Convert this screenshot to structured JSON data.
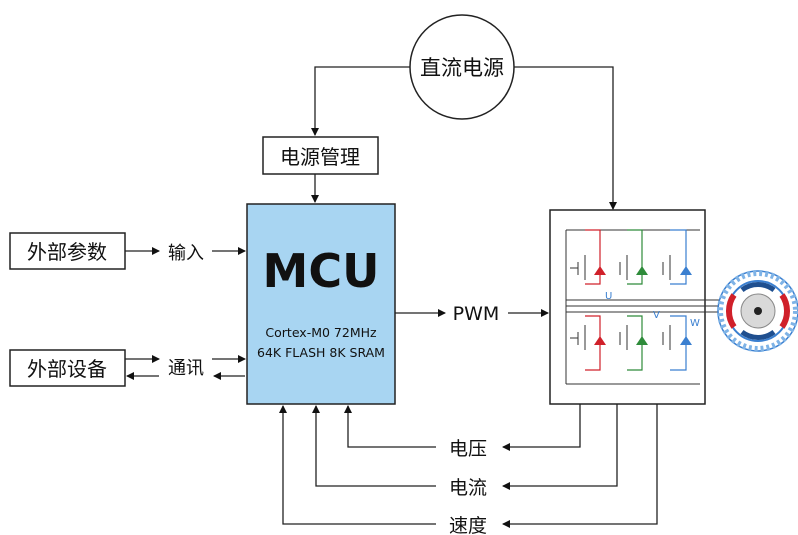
{
  "power_source": {
    "label": "直流电源"
  },
  "power_mgmt": {
    "label": "电源管理"
  },
  "mcu": {
    "title": "MCU",
    "spec_line1": "Cortex-M0 72MHz",
    "spec_line2": "64K FLASH 8K SRAM",
    "fill_color": "#a8d5f2"
  },
  "ext_params": {
    "label": "外部参数"
  },
  "ext_device": {
    "label": "外部设备"
  },
  "input_label": "输入",
  "comm_label": "通讯",
  "pwm_label": "PWM",
  "phases": {
    "u": "U",
    "v": "V",
    "w": "W"
  },
  "phase_colors": {
    "u": "#d0202a",
    "v": "#2e8b3a",
    "w": "#3a7fd0"
  },
  "feedback": {
    "voltage": "电压",
    "current": "电流",
    "speed": "速度"
  }
}
